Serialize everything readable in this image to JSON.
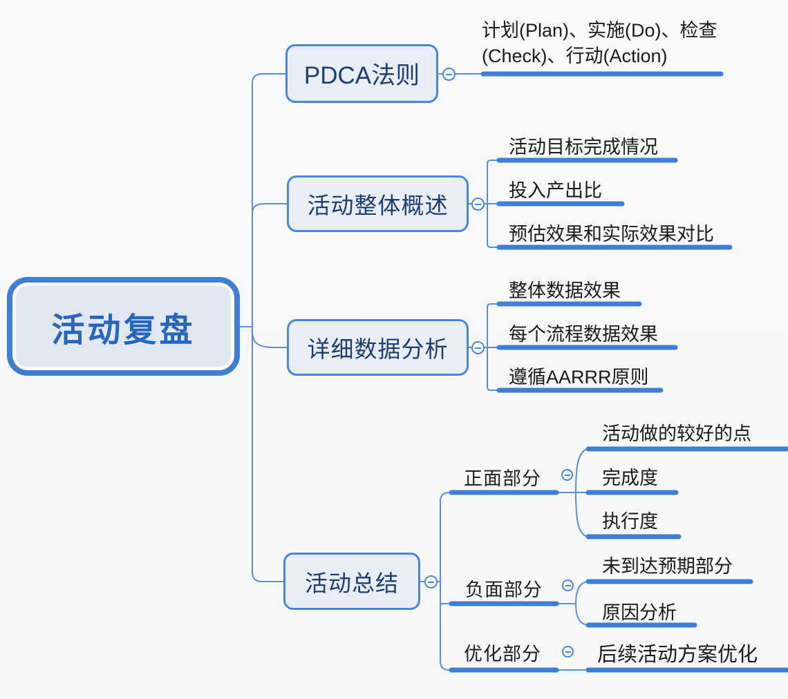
{
  "diagram": {
    "type": "mindmap",
    "root": {
      "label": "活动复盘"
    },
    "branches": [
      {
        "label": "PDCA法则",
        "children": [
          {
            "label": "计划(Plan)、实施(Do)、检查(Check)、行动(Action)"
          }
        ]
      },
      {
        "label": "活动整体概述",
        "children": [
          {
            "label": "活动目标完成情况"
          },
          {
            "label": "投入产出比"
          },
          {
            "label": "预估效果和实际效果对比"
          }
        ]
      },
      {
        "label": "详细数据分析",
        "children": [
          {
            "label": "整体数据效果"
          },
          {
            "label": "每个流程数据效果"
          },
          {
            "label": "遵循AARRR原则"
          }
        ]
      },
      {
        "label": "活动总结",
        "children": [
          {
            "label": "正面部分",
            "children": [
              {
                "label": "活动做的较好的点"
              },
              {
                "label": "完成度"
              },
              {
                "label": "执行度"
              }
            ]
          },
          {
            "label": "负面部分",
            "children": [
              {
                "label": "未到达预期部分"
              },
              {
                "label": "原因分析"
              }
            ]
          },
          {
            "label": "优化部分",
            "children": [
              {
                "label": "后续活动方案优化"
              }
            ]
          }
        ]
      }
    ],
    "colors": {
      "branch_line": "#3d7ed6",
      "connector_line": "#5b8cd6",
      "node_border": "#4a86d8",
      "node_fill": "#e9edf6",
      "root_border": "#3f7ed2",
      "root_fill": "#e2e8f2",
      "root_text": "#2766bb",
      "node_text": "#1d3e70",
      "leaf_text": "#1a1a1a"
    }
  }
}
